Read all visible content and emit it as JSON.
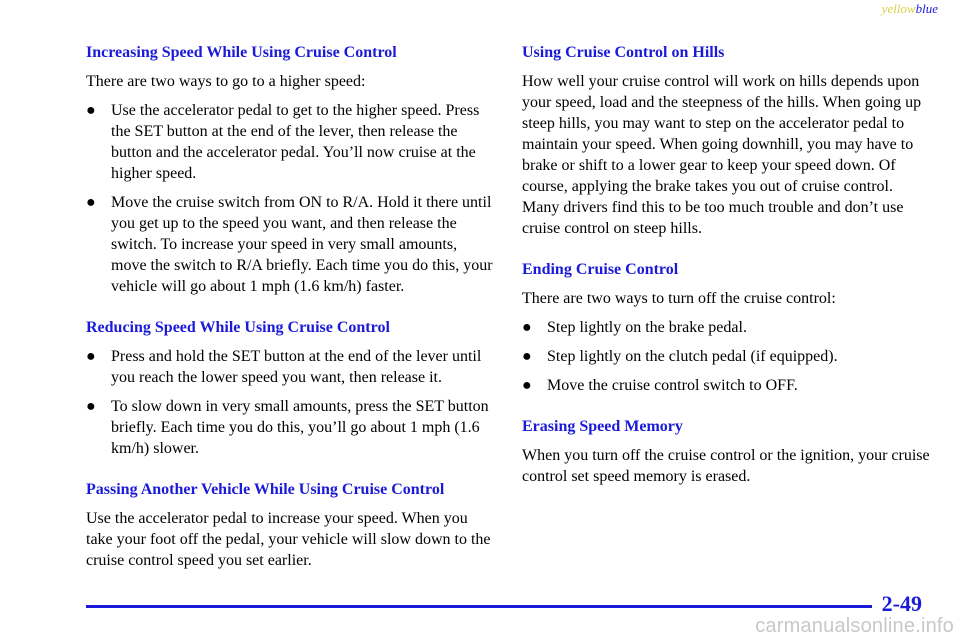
{
  "header": {
    "color_tag_yellow": "yellow",
    "color_tag_blue": "blue"
  },
  "left": {
    "increasing": {
      "heading": "Increasing Speed While Using Cruise Control",
      "intro": "There are two ways to go to a higher speed:",
      "bullets": [
        "Use the accelerator pedal to get to the higher speed. Press the SET button at the end of the lever, then release the button and the accelerator pedal. You’ll now cruise at the higher speed.",
        "Move the cruise switch from ON to R/A. Hold it there until you get up to the speed you want, and then release the switch. To increase your speed in very small amounts, move the switch to R/A briefly. Each time you do this, your vehicle will go about 1 mph (1.6 km/h) faster."
      ]
    },
    "reducing": {
      "heading": "Reducing Speed While Using Cruise Control",
      "bullets": [
        "Press and hold the SET button at the end of the lever until you reach the lower speed you want, then release it.",
        "To slow down in very small amounts, press the SET button briefly. Each time you do this, you’ll go about 1 mph (1.6 km/h) slower."
      ]
    },
    "passing": {
      "heading": "Passing Another Vehicle While Using Cruise Control",
      "body": "Use the accelerator pedal to increase your speed. When you take your foot off the pedal, your vehicle will slow down to the cruise control speed you set earlier."
    }
  },
  "right": {
    "hills": {
      "heading": "Using Cruise Control on Hills",
      "body": "How well your cruise control will work on hills depends upon your speed, load and the steepness of the hills. When going up steep hills, you may want to step on the accelerator pedal to maintain your speed. When going downhill, you may have to brake or shift to a lower gear to keep your speed down. Of course, applying the brake takes you out of cruise control. Many drivers find this to be too much trouble and don’t use cruise control on steep hills."
    },
    "ending": {
      "heading": "Ending Cruise Control",
      "intro": "There are two ways to turn off the cruise control:",
      "bullets": [
        "Step lightly on the brake pedal.",
        "Step lightly on the clutch pedal (if equipped).",
        "Move the cruise control switch to OFF."
      ]
    },
    "erasing": {
      "heading": "Erasing Speed Memory",
      "body": "When you turn off the cruise control or the ignition, your cruise control set speed memory is erased."
    }
  },
  "footer": {
    "page_number": "2-49",
    "watermark": "carmanualsonline.info"
  },
  "bullet_glyph": "●"
}
